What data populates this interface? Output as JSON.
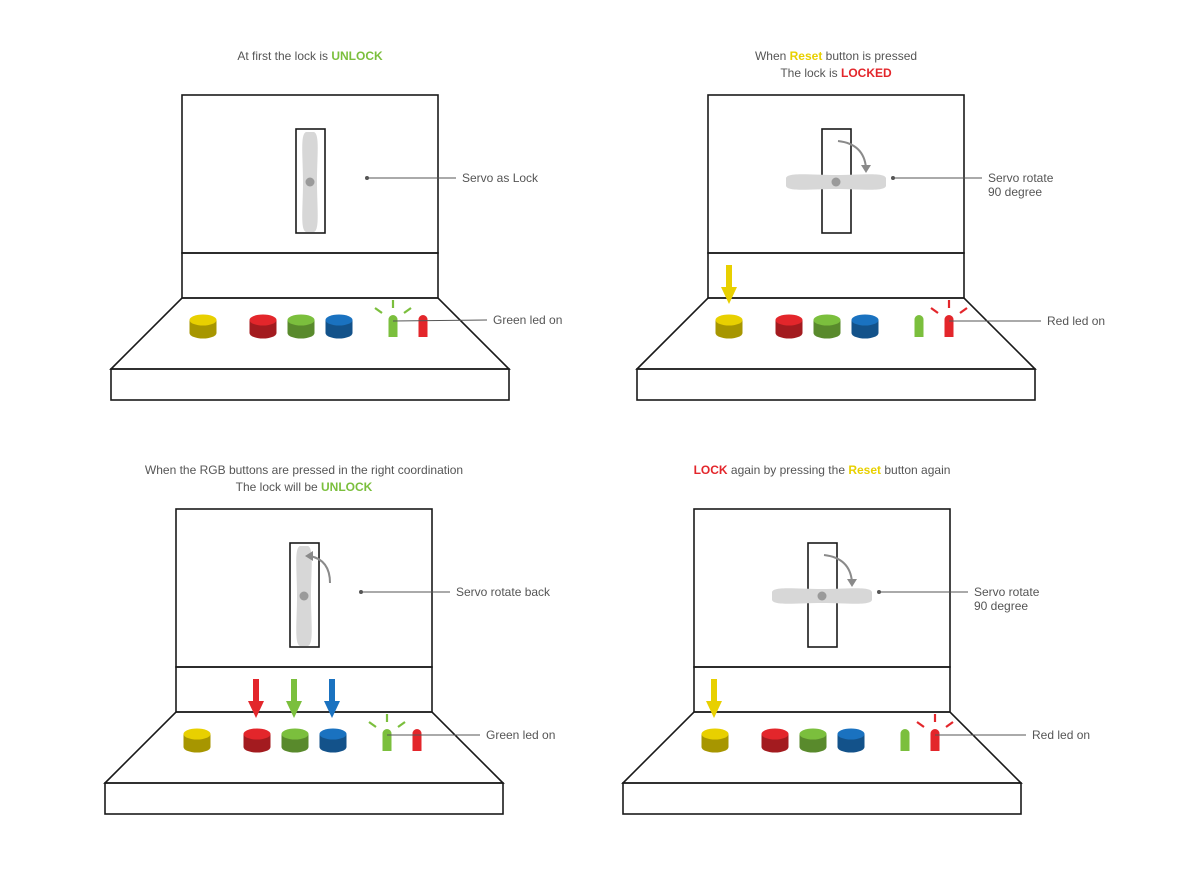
{
  "colors": {
    "yellow": "#e8d000",
    "red": "#e3262b",
    "green": "#7bbf3d",
    "blue": "#1a72c0",
    "servo": "#d7d7d7",
    "text": "#555555"
  },
  "panels": [
    {
      "caption": [
        [
          {
            "t": "At first the lock is ",
            "c": "text"
          },
          {
            "t": "UNLOCK",
            "c": "green",
            "bold": true
          }
        ]
      ],
      "servo_label": [
        "Servo as Lock"
      ],
      "led_label": "Green led on",
      "servo_state": "unlocked",
      "servo_arrow": "none",
      "pressed_buttons": [],
      "led_on": "green"
    },
    {
      "caption": [
        [
          {
            "t": "When ",
            "c": "text"
          },
          {
            "t": "Reset",
            "c": "yellow",
            "bold": true
          },
          {
            "t": " button is pressed",
            "c": "text"
          }
        ],
        [
          {
            "t": "The lock is ",
            "c": "text"
          },
          {
            "t": "LOCKED",
            "c": "red",
            "bold": true
          }
        ]
      ],
      "servo_label": [
        "Servo rotate",
        "90 degree"
      ],
      "led_label": "Red led on",
      "servo_state": "locked",
      "servo_arrow": "cw",
      "pressed_buttons": [
        "yellow"
      ],
      "led_on": "red"
    },
    {
      "caption": [
        [
          {
            "t": "When the RGB buttons are pressed in the right coordination",
            "c": "text"
          }
        ],
        [
          {
            "t": "The lock will be ",
            "c": "text"
          },
          {
            "t": "UNLOCK",
            "c": "green",
            "bold": true
          }
        ]
      ],
      "servo_label": [
        "Servo rotate back"
      ],
      "led_label": "Green led on",
      "servo_state": "unlocked",
      "servo_arrow": "ccw",
      "pressed_buttons": [
        "red",
        "green",
        "blue"
      ],
      "led_on": "green"
    },
    {
      "caption": [
        [
          {
            "t": "LOCK",
            "c": "red",
            "bold": true
          },
          {
            "t": " again by pressing the ",
            "c": "text"
          },
          {
            "t": "Reset",
            "c": "yellow",
            "bold": true
          },
          {
            "t": " button again",
            "c": "text"
          }
        ]
      ],
      "servo_label": [
        "Servo rotate",
        "90 degree"
      ],
      "led_label": "Red led on",
      "servo_state": "locked",
      "servo_arrow": "cw",
      "pressed_buttons": [
        "yellow"
      ],
      "led_on": "red"
    }
  ]
}
